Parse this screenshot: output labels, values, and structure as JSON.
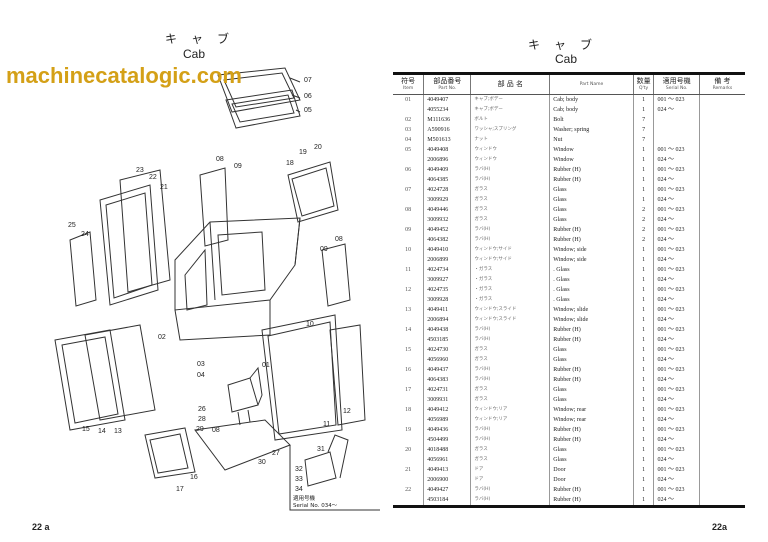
{
  "left_page": {
    "title_jp": "キャブ",
    "title_en": "Cab",
    "page_number": "22 a",
    "callouts": [
      "07",
      "06",
      "05",
      "08",
      "09",
      "20",
      "19",
      "18",
      "23",
      "22",
      "21",
      "25",
      "24",
      "09",
      "08",
      "02",
      "03",
      "04",
      "01",
      "10",
      "11",
      "12",
      "15",
      "14",
      "13",
      "16",
      "17",
      "26",
      "28",
      "29",
      "08",
      "27",
      "30",
      "31",
      "32",
      "33",
      "34"
    ],
    "serial_note_jp": "適用号機",
    "serial_note_en": "Serial No. 034～"
  },
  "right_page": {
    "title_jp": "キャブ",
    "title_en": "Cab",
    "page_number": "22a",
    "headers": [
      {
        "jp": "符号",
        "en": "Item"
      },
      {
        "jp": "部品番号",
        "en": "Part No."
      },
      {
        "jp": "部 品 名",
        "en": ""
      },
      {
        "jp": "",
        "en": "Part Name"
      },
      {
        "jp": "数量",
        "en": "Q'ty"
      },
      {
        "jp": "適用号機",
        "en": "Serial No."
      },
      {
        "jp": "備 考",
        "en": "Remarks"
      }
    ],
    "rows": [
      [
        "01",
        "4049407",
        "キャブ;ボデー",
        "Cab; body",
        "1",
        "001 ～ 023",
        ""
      ],
      [
        "",
        "4055234",
        "キャブ;ボデー",
        "Cab; body",
        "1",
        "024 ～",
        ""
      ],
      [
        "02",
        "M111636",
        "ボルト",
        "Bolt",
        "7",
        "",
        ""
      ],
      [
        "03",
        "A590916",
        "ワッシャ;スプリング",
        "Washer; spring",
        "7",
        "",
        ""
      ],
      [
        "04",
        "M501613",
        "ナット",
        "Nut",
        "7",
        "",
        ""
      ],
      [
        "05",
        "4049408",
        "ウィンドウ",
        "Window",
        "1",
        "001 ～ 023",
        ""
      ],
      [
        "",
        "2006896",
        "ウィンドウ",
        "Window",
        "1",
        "024 ～",
        ""
      ],
      [
        "06",
        "4049409",
        "ラバ(H)",
        "Rubber (H)",
        "1",
        "001 ～ 023",
        ""
      ],
      [
        "",
        "4064385",
        "ラバ(H)",
        "Rubber (H)",
        "1",
        "024 ～",
        ""
      ],
      [
        "07",
        "4024728",
        "ガラス",
        "Glass",
        "1",
        "001 ～ 023",
        ""
      ],
      [
        "",
        "3009929",
        "ガラス",
        "Glass",
        "1",
        "024 ～",
        ""
      ],
      [
        "08",
        "4049446",
        "ガラス",
        "Glass",
        "2",
        "001 ～ 023",
        ""
      ],
      [
        "",
        "3009932",
        "ガラス",
        "Glass",
        "2",
        "024 ～",
        ""
      ],
      [
        "09",
        "4049452",
        "ラバ(H)",
        "Rubber (H)",
        "2",
        "001 ～ 023",
        ""
      ],
      [
        "",
        "4064382",
        "ラバ(H)",
        "Rubber (H)",
        "2",
        "024 ～",
        ""
      ],
      [
        "10",
        "4049410",
        "ウィンドウ;サイド",
        "Window; side",
        "1",
        "001 ～ 023",
        ""
      ],
      [
        "",
        "2006899",
        "ウィンドウ;サイド",
        "Window; side",
        "1",
        "024 ～",
        ""
      ],
      [
        "11",
        "4024734",
        "・ガラス",
        ". Glass",
        "1",
        "001 ～ 023",
        ""
      ],
      [
        "",
        "3009927",
        "・ガラス",
        ". Glass",
        "1",
        "024 ～",
        ""
      ],
      [
        "12",
        "4024735",
        "・ガラス",
        ". Glass",
        "1",
        "001 ～ 023",
        ""
      ],
      [
        "",
        "3009928",
        "・ガラス",
        ". Glass",
        "1",
        "024 ～",
        ""
      ],
      [
        "13",
        "4049411",
        "ウィンドウ;スライド",
        "Window; slide",
        "1",
        "001 ～ 023",
        ""
      ],
      [
        "",
        "2006894",
        "ウィンドウ;スライド",
        "Window; slide",
        "1",
        "024 ～",
        ""
      ],
      [
        "14",
        "4049438",
        "ラバ(H)",
        "Rubber (H)",
        "1",
        "001 ～ 023",
        ""
      ],
      [
        "",
        "4503185",
        "ラバ(H)",
        "Rubber (H)",
        "1",
        "024 ～",
        ""
      ],
      [
        "15",
        "4024730",
        "ガラス",
        "Glass",
        "1",
        "001 ～ 023",
        ""
      ],
      [
        "",
        "4056960",
        "ガラス",
        "Glass",
        "1",
        "024 ～",
        ""
      ],
      [
        "16",
        "4049437",
        "ラバ(H)",
        "Rubber (H)",
        "1",
        "001 ～ 023",
        ""
      ],
      [
        "",
        "4064383",
        "ラバ(H)",
        "Rubber (H)",
        "1",
        "024 ～",
        ""
      ],
      [
        "17",
        "4024731",
        "ガラス",
        "Glass",
        "1",
        "001 ～ 023",
        ""
      ],
      [
        "",
        "3009931",
        "ガラス",
        "Glass",
        "1",
        "024 ～",
        ""
      ],
      [
        "18",
        "4049412",
        "ウィンドウ;リア",
        "Window; rear",
        "1",
        "001 ～ 023",
        ""
      ],
      [
        "",
        "4056989",
        "ウィンドウ;リア",
        "Window; rear",
        "1",
        "024 ～",
        ""
      ],
      [
        "19",
        "4049436",
        "ラバ(H)",
        "Rubber (H)",
        "1",
        "001 ～ 023",
        ""
      ],
      [
        "",
        "4504499",
        "ラバ(H)",
        "Rubber (H)",
        "1",
        "024 ～",
        ""
      ],
      [
        "20",
        "4018488",
        "ガラス",
        "Glass",
        "1",
        "001 ～ 023",
        ""
      ],
      [
        "",
        "4056961",
        "ガラス",
        "Glass",
        "1",
        "024 ～",
        ""
      ],
      [
        "21",
        "4049413",
        "ドア",
        "Door",
        "1",
        "001 ～ 023",
        ""
      ],
      [
        "",
        "2006900",
        "ドア",
        "Door",
        "1",
        "024 ～",
        ""
      ],
      [
        "22",
        "4049427",
        "ラバ(H)",
        "Rubber (H)",
        "1",
        "001 ～ 023",
        ""
      ],
      [
        "",
        "4503184",
        "ラバ(H)",
        "Rubber (H)",
        "1",
        "024 ～",
        ""
      ]
    ]
  },
  "watermark": "machinecatalogic.com"
}
